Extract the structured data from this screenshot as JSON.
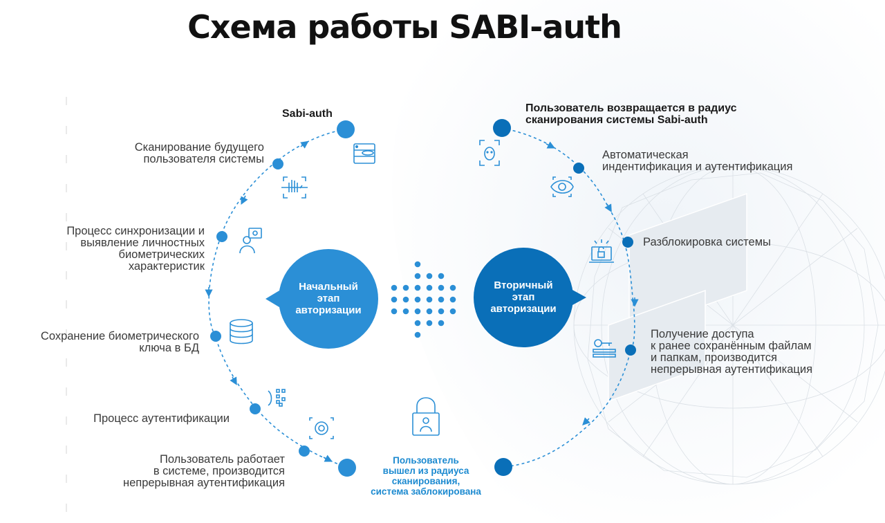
{
  "title": "Схема работы SABI-auth",
  "colors": {
    "light_blue": "#2b8fd6",
    "dark_blue": "#0a6fb8",
    "text": "#3a3a3a",
    "accent_text": "#1c8ad0"
  },
  "left_cycle": {
    "top_label": "Sabi-auth",
    "steps": [
      "Сканирование будущего\nпользователя системы",
      "Процесс синхронизации и\nвыявление личностных\nбиометрических\nхарактеристик",
      "Сохранение биометрического\nключа в БД",
      "Процесс аутентификации",
      "Пользователь работает\nв системе, производится\nнепрерывная аутентификация"
    ],
    "center": "Начальный\nэтап\nавторизации"
  },
  "right_cycle": {
    "top_label": "Пользователь возвращается в радиус\nсканирования системы Sabi-auth",
    "steps": [
      "Автоматическая\nиндентификация и аутентификация",
      "Разблокировка системы",
      "Получение доступа\nк ранее сохранённым файлам\nи папкам, производится\nнепрерывная аутентификация"
    ],
    "center": "Вторичный\nэтап\nавторизации"
  },
  "bottom_label": "Пользователь\nвышел из радиуса\nсканирования,\nсистема заблокирована",
  "icons": [
    "server-database-icon",
    "hand-scan-icon",
    "user-id-icon",
    "database-icon",
    "fingerprint-qr-icon",
    "gear-scan-icon",
    "face-scan-icon",
    "eye-scan-icon",
    "unlocked-laptop-icon",
    "key-files-icon",
    "locked-user-icon"
  ]
}
